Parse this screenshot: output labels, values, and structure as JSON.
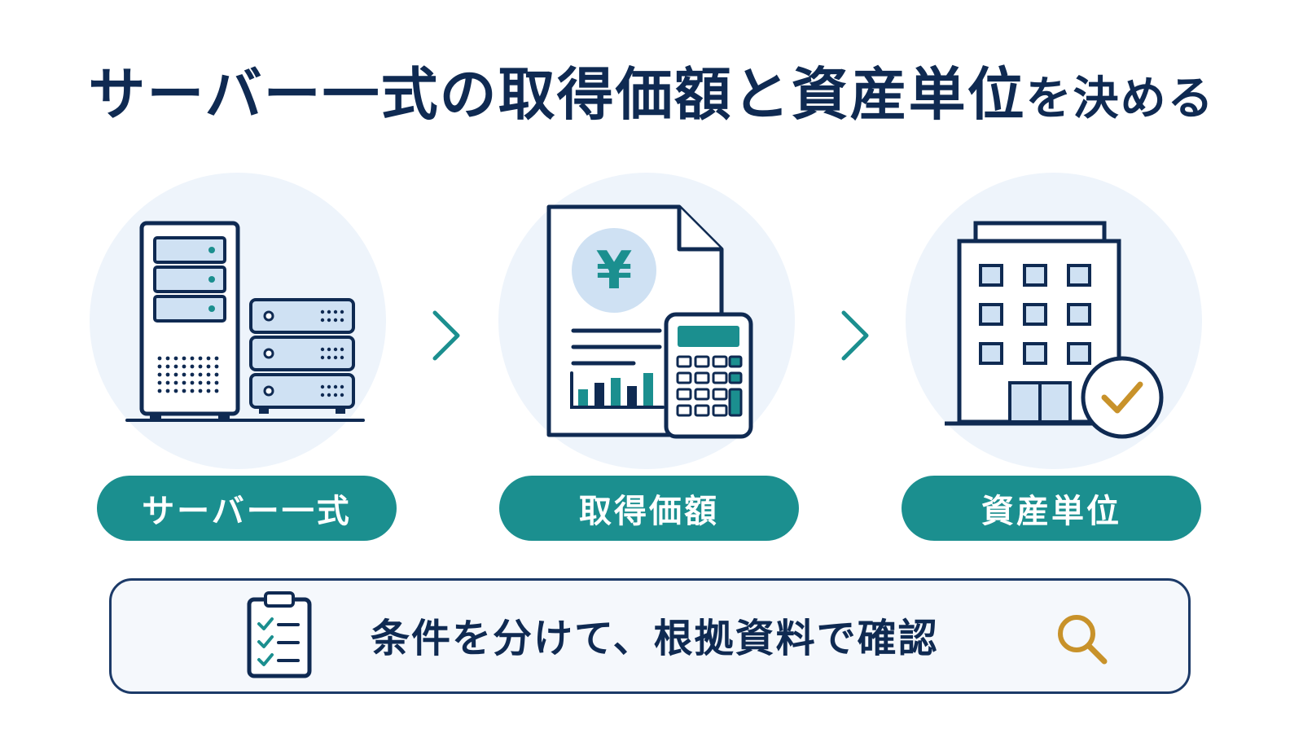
{
  "title": {
    "main": "サーバー一式の取得価額と資産単位",
    "suffix": "を決める"
  },
  "steps": [
    {
      "label": "サーバー一式",
      "icon": "server-icon"
    },
    {
      "label": "取得価額",
      "icon": "invoice-calculator-icon"
    },
    {
      "label": "資産単位",
      "icon": "building-check-icon"
    }
  ],
  "note": {
    "text": "条件を分けて、根拠資料で確認",
    "left_icon": "checklist-clipboard-icon",
    "right_icon": "magnifier-icon"
  },
  "colors": {
    "navy": "#0f2a52",
    "teal": "#1b8f8f",
    "pale_blue": "#eef4fb",
    "light_blue": "#cfe1f3",
    "gold": "#c8922a"
  }
}
